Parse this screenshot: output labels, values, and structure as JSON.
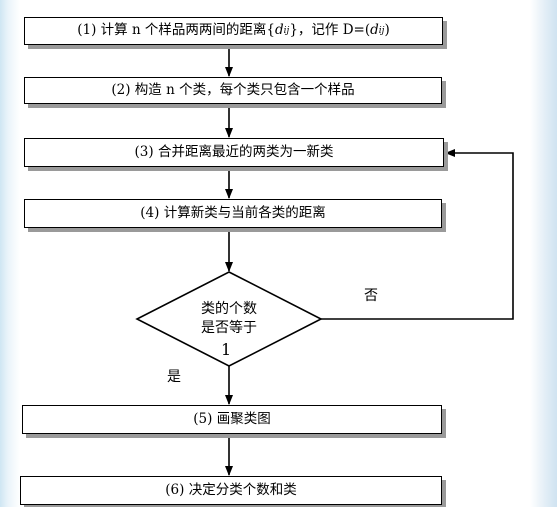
{
  "steps": {
    "s1": {
      "prefix": "(1)  计算 n 个样品两两间的距离{",
      "d_sym": "d",
      "d_sub": "ij",
      "middle": "}，记作 D=(",
      "suffix": ")"
    },
    "s2": "(2)  构造 n 个类，每个类只包含一个样品",
    "s3": "(3)  合并距离最近的两类为一新类",
    "s4": "(4)  计算新类与当前各类的距离",
    "s5": "(5)  画聚类图",
    "s6": "(6)  决定分类个数和类"
  },
  "decision": {
    "line1": "类的个数",
    "line2": "是否等于",
    "line3": "1"
  },
  "branch_labels": {
    "no": "否",
    "yes": "是"
  }
}
